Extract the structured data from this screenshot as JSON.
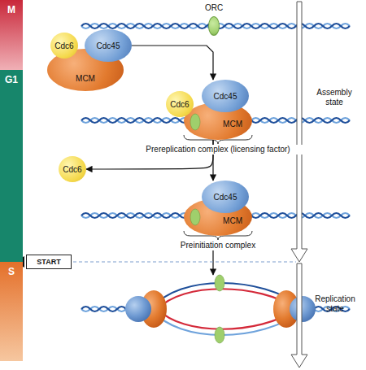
{
  "diagram": {
    "nodes": [
      {
        "text": [
          "ORC"
        ]
      },
      {
        "text": [
          "M"
        ]
      },
      {
        "text": [
          "Cdc6"
        ]
      },
      {
        "text": [
          "Cdc45"
        ]
      },
      {
        "text": [
          "MCM"
        ]
      },
      {
        "text": [
          "G1"
        ]
      },
      {
        "text": [
          "Cdc6"
        ]
      },
      {
        "text": [
          "Cdc45"
        ]
      },
      {
        "text": [
          "MCM"
        ]
      },
      {
        "text": [
          "Cdc6"
        ]
      },
      {
        "text": [
          "Cdc45"
        ]
      },
      {
        "text": [
          "MCM"
        ]
      },
      {
        "text": [
          "START"
        ]
      },
      {
        "text": [
          "S"
        ]
      }
    ],
    "edges": [
      {
        "from": 3,
        "to": 7,
        "arrow": "to"
      },
      {
        "from": 8,
        "to": 10,
        "arrow": "to"
      },
      {
        "from": 8,
        "to": 9,
        "arrow": "to"
      }
    ],
    "labels": [
      "Prereplication complex (licensing factor)",
      "Preinitiation complex",
      "Assembly state",
      "Replication state"
    ]
  }
}
